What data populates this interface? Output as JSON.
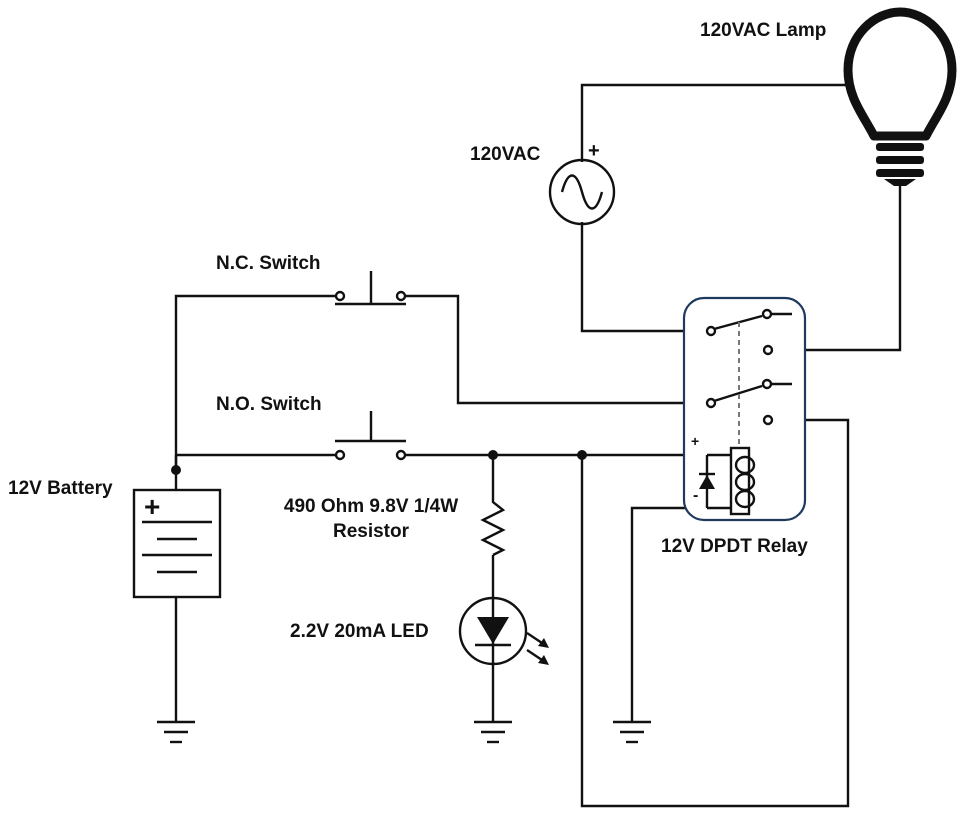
{
  "labels": {
    "lamp": "120VAC Lamp",
    "ac_source": "120VAC",
    "nc_switch": "N.C. Switch",
    "no_switch": "N.O. Switch",
    "battery": "12V Battery",
    "resistor_line1": "490 Ohm 9.8V 1/4W",
    "resistor_line2": "Resistor",
    "led": "2.2V 20mA LED",
    "relay": "12V DPDT Relay"
  },
  "symbols": {
    "plus": "+",
    "minus": "-"
  },
  "colors": {
    "wire": "#111111",
    "relay_box": "#1f3a5f",
    "background": "#ffffff"
  }
}
